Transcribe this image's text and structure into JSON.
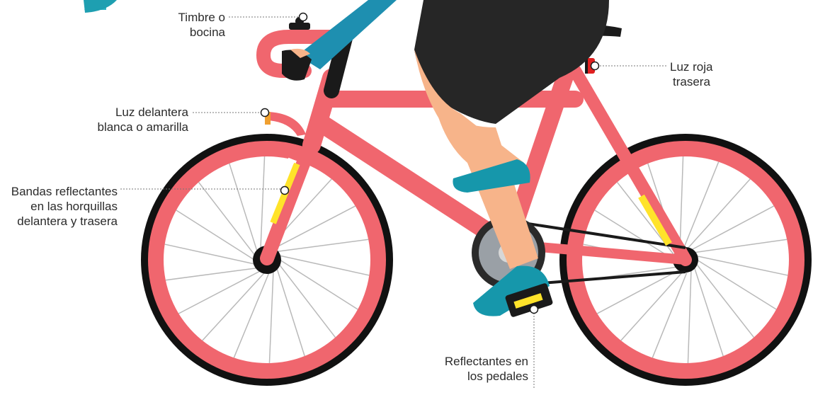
{
  "labels": {
    "bell": {
      "line1": "Timbre o",
      "line2": "bocina"
    },
    "rear_light": {
      "line1": "Luz roja",
      "line2": "trasera"
    },
    "front_light": {
      "line1": "Luz delantera",
      "line2": "blanca o amarilla"
    },
    "fork_bands": {
      "line1": "Bandas reflectantes",
      "line2": "en las horquillas",
      "line3": "delantera y trasera"
    },
    "pedals": {
      "line1": "Reflectantes en",
      "line2": "los pedales"
    }
  },
  "colors": {
    "frame": "#f0666e",
    "tire": "#111111",
    "rim": "#f0666e",
    "reflector": "#ffe32a",
    "jersey": "#1e8fb0",
    "shorts": "#262626",
    "skin": "#f7b48a",
    "shoe": "#1697ab",
    "rear_light": "#e02020"
  }
}
